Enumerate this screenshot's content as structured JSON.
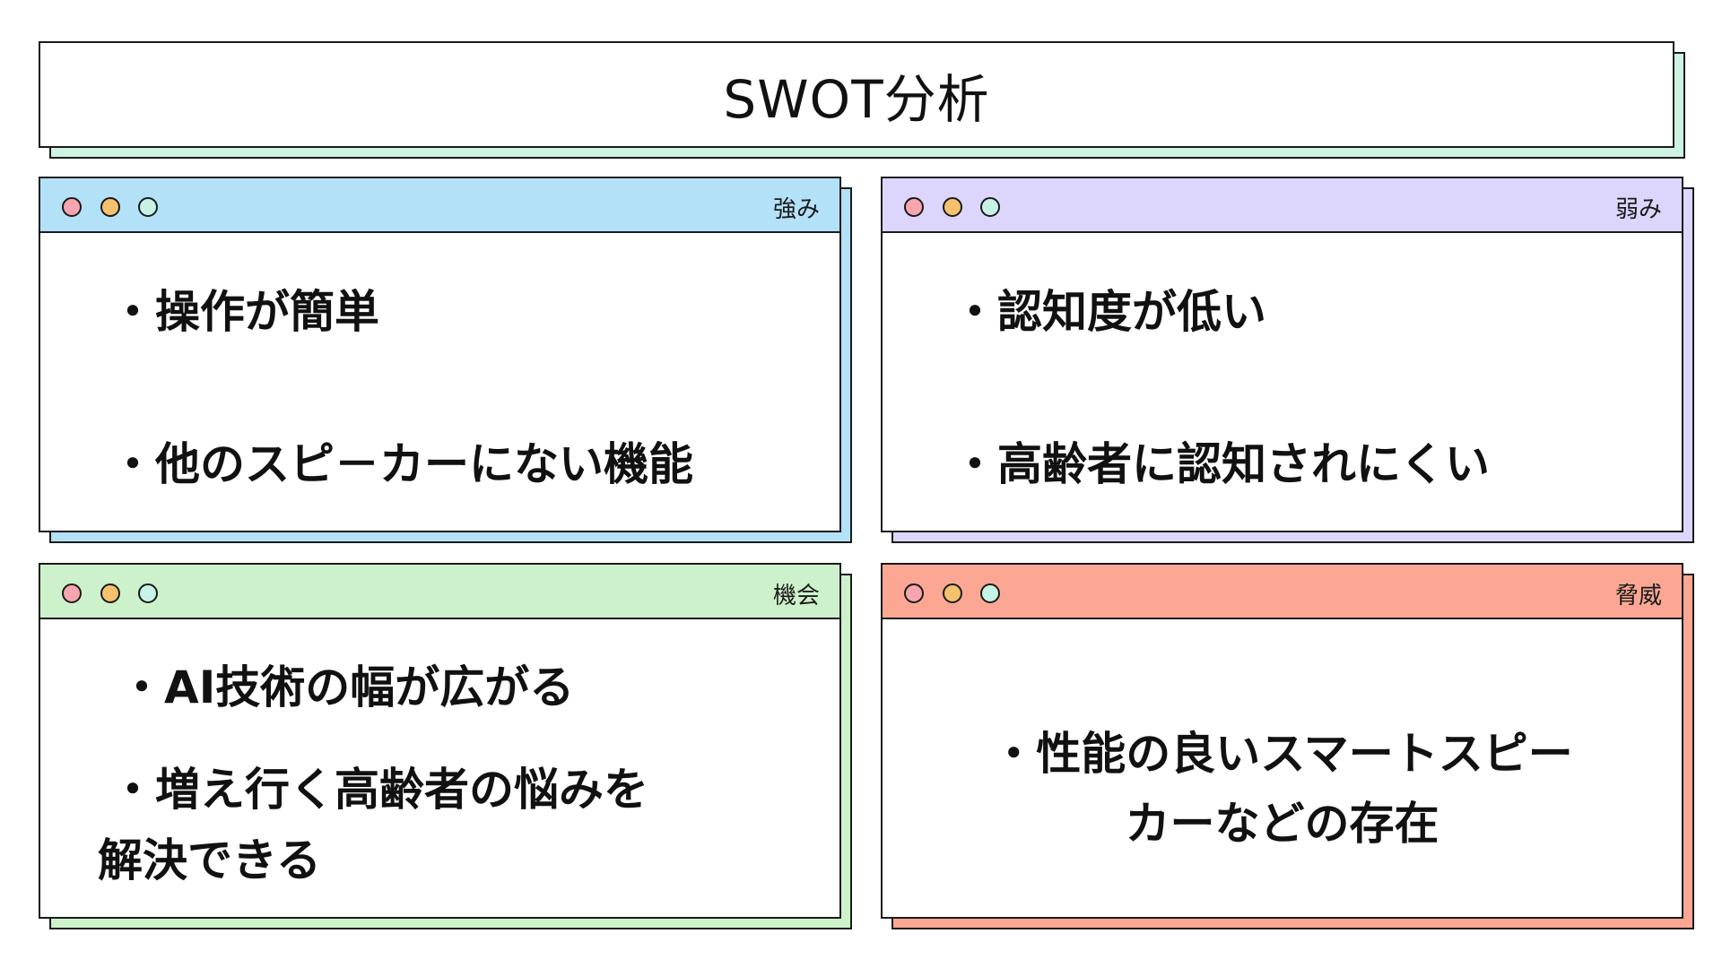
{
  "title": "SWOT分析",
  "colors": {
    "strengths": "#b3e1f8",
    "weaknesses": "#ddd6fc",
    "opportunities": "#cdf2cb",
    "threats": "#fba794",
    "title_shadow": "#cdf3e3",
    "dot_red": "#f7a6b0",
    "dot_orange": "#f5c16d",
    "dot_green": "#c7f3e6"
  },
  "window_dots": [
    "red-dot",
    "orange-dot",
    "green-dot"
  ],
  "panels": {
    "strengths": {
      "label": "強み",
      "items": [
        "・操作が簡単",
        "・他のスピ－カーにない機能"
      ]
    },
    "weaknesses": {
      "label": "弱み",
      "items": [
        "・認知度が低い",
        "・高齢者に認知されにくい"
      ]
    },
    "opportunities": {
      "label": "機会",
      "items": [
        "・AI技術の幅が広がる",
        "・増え行く高齢者の悩みを",
        "解決できる"
      ]
    },
    "threats": {
      "label": "脅威",
      "items": [
        "・性能の良いスマートスピー",
        "カーなどの存在"
      ]
    }
  }
}
